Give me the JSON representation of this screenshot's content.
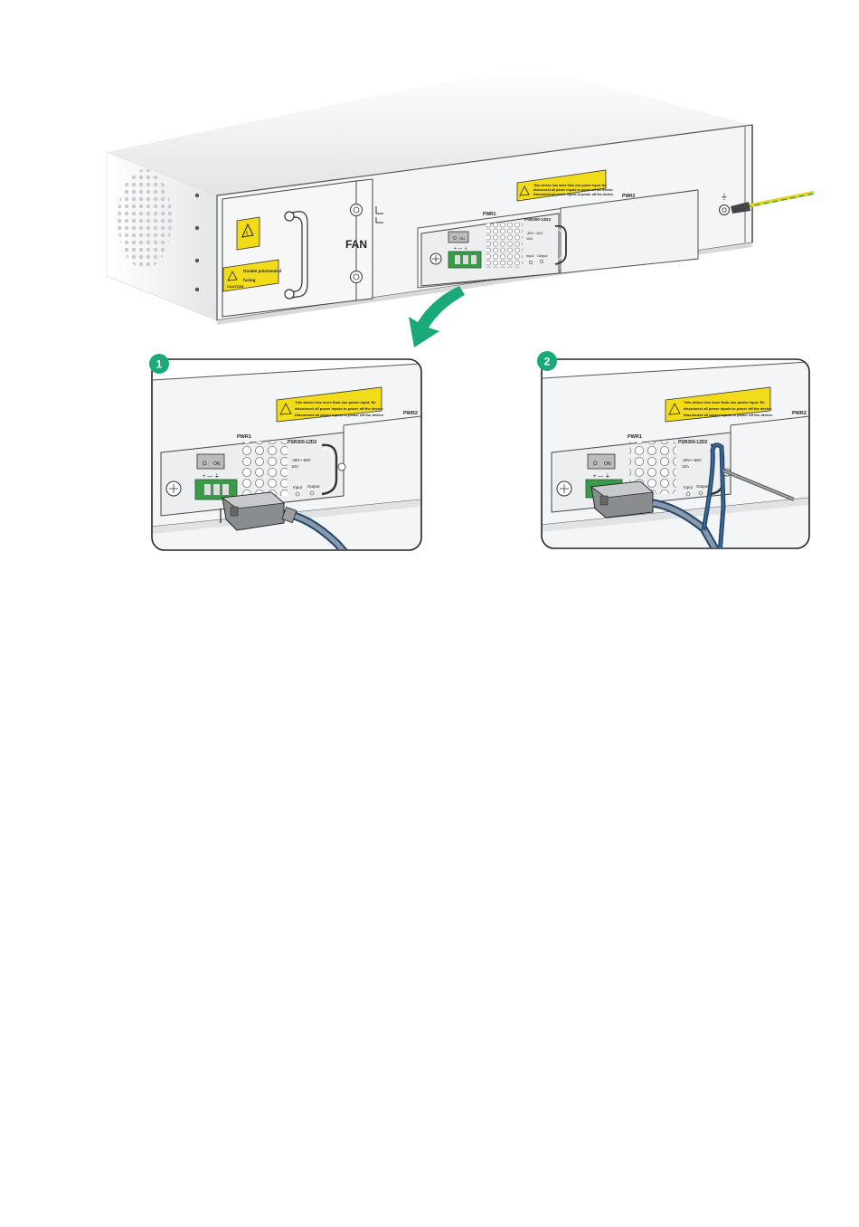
{
  "labels": {
    "fan": "FAN",
    "pwr1": "PWR1",
    "pwr2": "PWR2",
    "psu_model": "PSR300-12D2",
    "voltage": "-48V~-60V",
    "current": "10A",
    "input": "Input",
    "output": "Output",
    "switch_off": "O",
    "switch_on": "ON",
    "terminal_signs": "+  —  ⏚",
    "ground_symbol": "⏚",
    "caution_label": "CAUTION",
    "caution_text_1": "Double pole/neutral",
    "caution_text_2": "fusing",
    "warning_text_1": "This device has more than one power input. Be",
    "warning_text_2": "disconnect all power inputs to power off the device.",
    "warning_text_3": "Disconnect all power inputs to power off the device."
  },
  "steps": [
    {
      "number": "1"
    },
    {
      "number": "2"
    }
  ],
  "colors": {
    "arrow": "#1aaa7a",
    "badge": "#1aaa7a",
    "warning_label": "#f2dc1a",
    "terminal_block": "#3a9a4a",
    "ground_wire_green": "#49a84a",
    "ground_wire_yellow": "#e6d31c",
    "power_cable": "#22476e"
  }
}
